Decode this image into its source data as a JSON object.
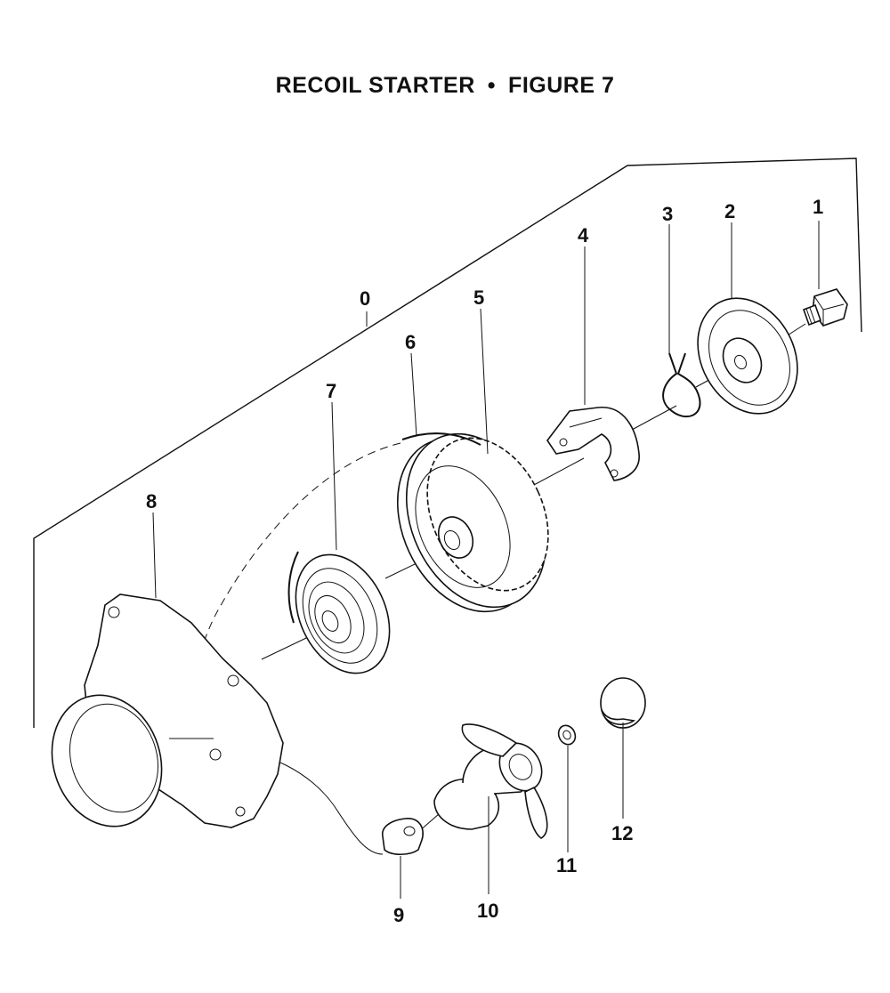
{
  "title": {
    "main": "RECOIL STARTER",
    "separator": "•",
    "figure": "FIGURE 7"
  },
  "callouts": {
    "c0": "0",
    "c1": "1",
    "c2": "2",
    "c3": "3",
    "c4": "4",
    "c5": "5",
    "c6": "6",
    "c7": "7",
    "c8": "8",
    "c9": "9",
    "c10": "10",
    "c11": "11",
    "c12": "12"
  }
}
